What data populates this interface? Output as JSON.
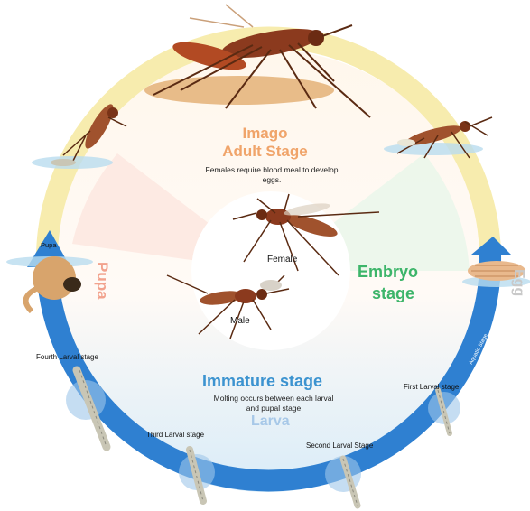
{
  "title_stage": "Imago",
  "adult_stage": {
    "heading": "Adult Stage",
    "note": "Females require blood meal to develop eggs."
  },
  "embryo_stage": {
    "line1": "Embryo",
    "line2": "stage"
  },
  "immature_stage": {
    "heading": "Immature stage",
    "note": "Molting occurs between each larval and pupal stage",
    "sub": "Larva"
  },
  "center": {
    "female": "Female",
    "male": "Male"
  },
  "side_labels": {
    "pupa": "Pupa",
    "egg": "Egg",
    "aquatic": "Aquatic Stage"
  },
  "stages": {
    "pupa": "Pupa",
    "fourth_larval": "Fourth Larval stage",
    "third_larval": "Third Larval stage",
    "second_larval": "Second Larval Stage",
    "first_larval": "First Larval stage"
  },
  "colors": {
    "ring_upper": "#f7ecae",
    "ring_lower": "#2f80d1",
    "imago_text": "#f0a46a",
    "embryo_text": "#3db56a",
    "immature_text": "#3c93d0",
    "pupa_text": "#f2a28d",
    "mosquito_body": "#a0522d",
    "larva_body": "#c9c6b5"
  },
  "icons": [
    "adult-mosquito-icon",
    "emerging-mosquito-icon",
    "laying-mosquito-icon",
    "egg-raft-icon",
    "female-mosquito-icon",
    "male-mosquito-icon",
    "pupa-icon",
    "larva-icon"
  ]
}
